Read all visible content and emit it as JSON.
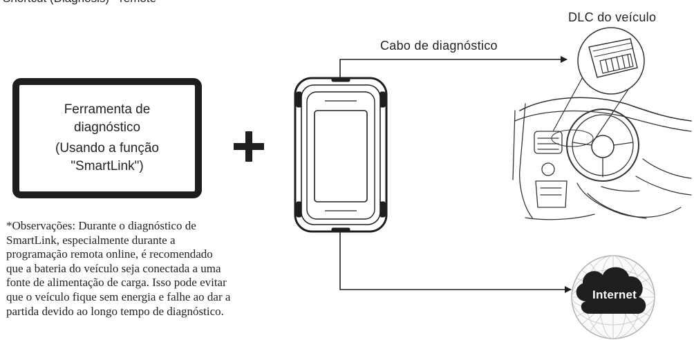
{
  "top_partial_text": "Shortcut (Diagnosis) - remote",
  "vehicle_dlc_label": "DLC do veículo",
  "cable_label": "Cabo de diagnóstico",
  "tool_box": {
    "lines": [
      "Ferramenta de",
      "diagnóstico",
      "(Usando a função",
      "\"SmartLink\")"
    ]
  },
  "notes_lines": [
    "*Observações: Durante o diagnóstico de",
    "SmartLink, especialmente durante a",
    "programação remota online, é recomendado",
    "que a bateria do veículo seja conectada a uma",
    "fonte de alimentação de carga. Isso pode evitar",
    "que o veículo fique sem energia e falhe ao dar a",
    "partida devido ao longo tempo de diagnóstico."
  ],
  "internet_label": "Internet",
  "colors": {
    "ink": "#1e1e1e",
    "line_art": "#333333",
    "globe": "#b8b8b8"
  }
}
